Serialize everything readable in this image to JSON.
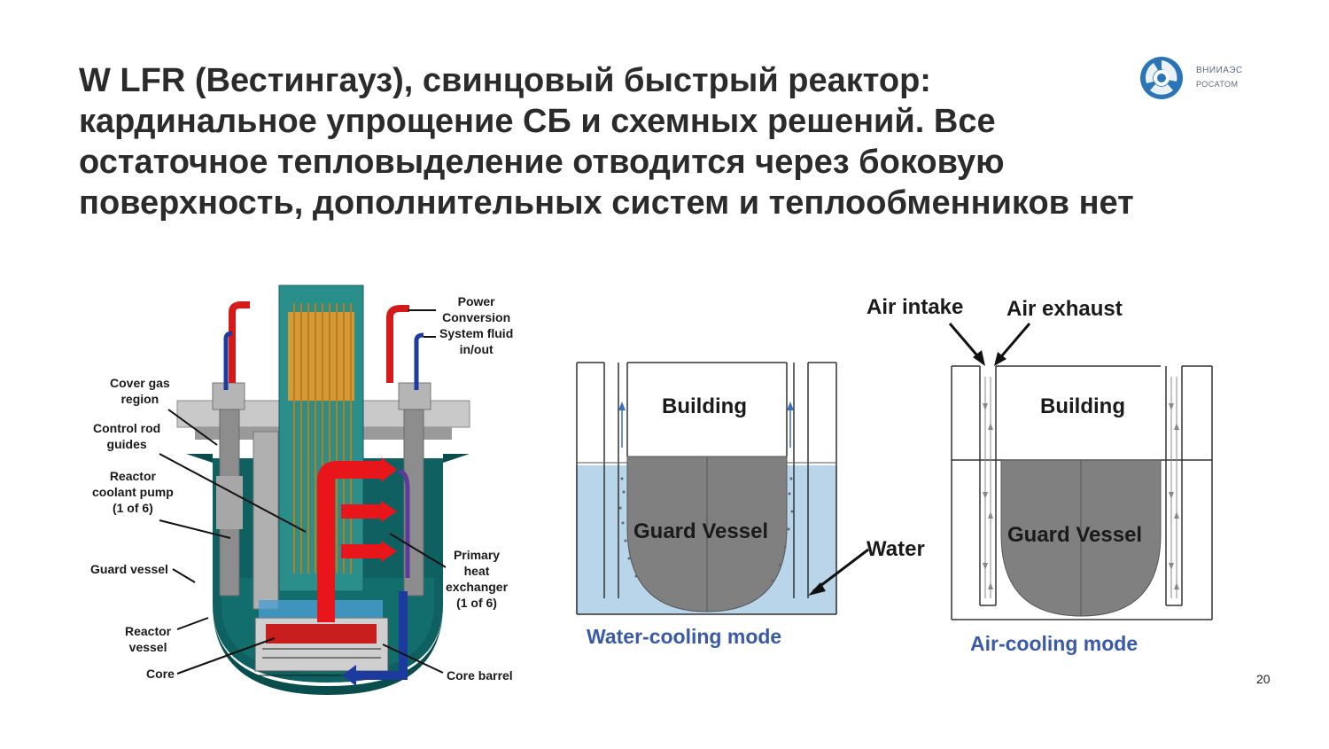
{
  "slide": {
    "title_lines": [
      "W LFR (Вестингауз), свинцовый быстрый реактор:",
      "кардинальное упрощение СБ и схемных решений. Все",
      "остаточное тепловыделение отводится через боковую",
      "поверхность, дополнительных систем и теплообменников нет"
    ],
    "page_number": "20"
  },
  "logo": {
    "line1": "ВНИИАЭС",
    "line2": "РОСАТОМ",
    "icon": "rosatom-atom-icon",
    "color": "#2a74b8"
  },
  "reactor_diagram": {
    "labels": {
      "power_conversion": [
        "Power",
        "Conversion",
        "System fluid",
        "in/out"
      ],
      "cover_gas": [
        "Cover gas",
        "region"
      ],
      "control_rod": [
        "Control rod",
        "guides"
      ],
      "coolant_pump": [
        "Reactor",
        "coolant pump",
        "(1 of 6)"
      ],
      "guard_vessel": "Guard vessel",
      "reactor_vessel": [
        "Reactor",
        "vessel"
      ],
      "core": "Core",
      "primary_hx": [
        "Primary",
        "heat",
        "exchanger",
        "(1 of 6)"
      ],
      "core_barrel": "Core barrel"
    },
    "colors": {
      "vessel": "#0f5a5a",
      "hot": "#e8161b",
      "cold": "#1d3b9e",
      "fuel": "#e39a2d",
      "steel": "#a0a0a0"
    }
  },
  "water_cooling": {
    "building": "Building",
    "guard_vessel": "Guard Vessel",
    "water": "Water",
    "caption": "Water-cooling mode",
    "colors": {
      "water": "#b9d5ea",
      "vessel": "#7f7f7f",
      "caption": "#3a5aa8"
    }
  },
  "air_cooling": {
    "air_intake": "Air intake",
    "air_exhaust": "Air exhaust",
    "building": "Building",
    "guard_vessel": "Guard Vessel",
    "caption": "Air-cooling mode"
  }
}
